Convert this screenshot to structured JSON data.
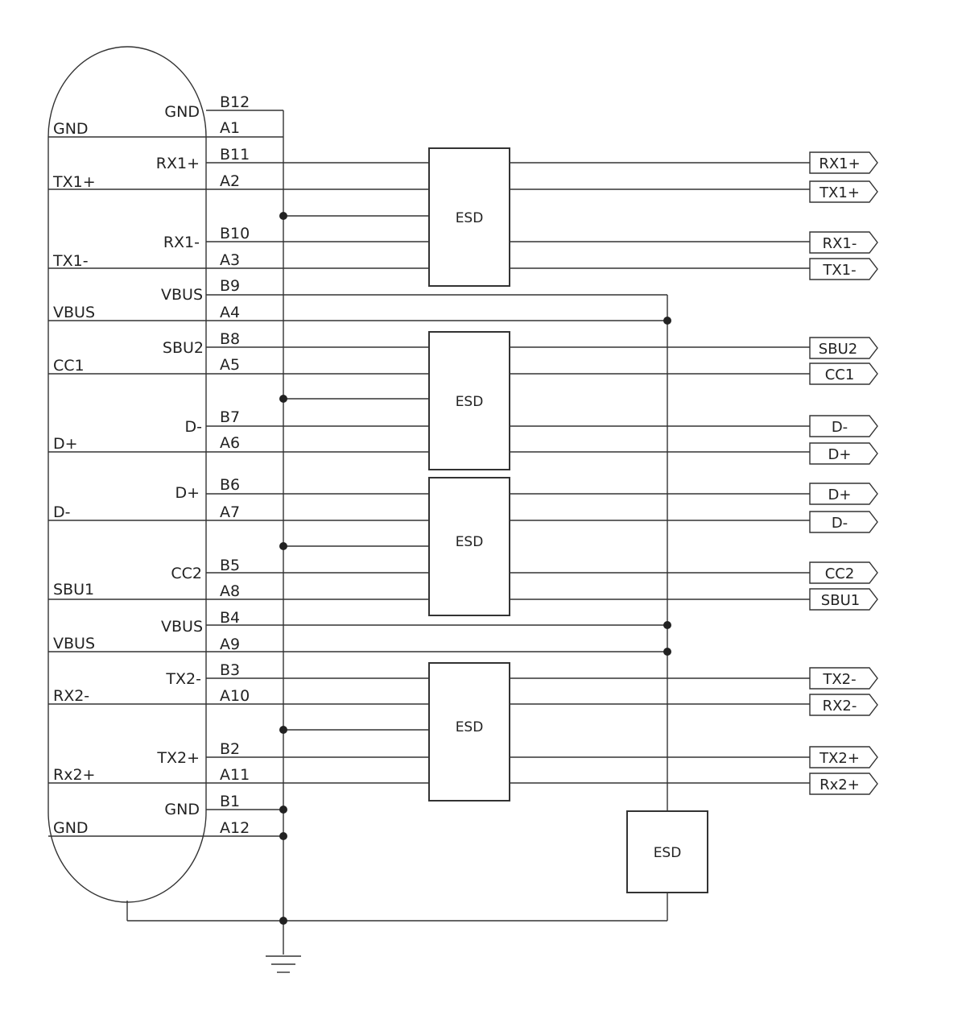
{
  "connector": {
    "outer_labels": [
      {
        "key": "gnd_top",
        "text": "GND"
      },
      {
        "key": "tx1p",
        "text": "TX1+"
      },
      {
        "key": "tx1n",
        "text": "TX1-"
      },
      {
        "key": "vbus_a",
        "text": "VBUS"
      },
      {
        "key": "cc1",
        "text": "CC1"
      },
      {
        "key": "dp",
        "text": "D+"
      },
      {
        "key": "dn",
        "text": "D-"
      },
      {
        "key": "sbu1",
        "text": "SBU1"
      },
      {
        "key": "vbus_b",
        "text": "VBUS"
      },
      {
        "key": "rx2n",
        "text": "RX2-"
      },
      {
        "key": "rx2p",
        "text": "Rx2+"
      },
      {
        "key": "gnd_bottom",
        "text": "GND"
      }
    ],
    "inner_labels": [
      {
        "key": "gnd_b12",
        "text": "GND"
      },
      {
        "key": "rx1p",
        "text": "RX1+"
      },
      {
        "key": "rx1n",
        "text": "RX1-"
      },
      {
        "key": "vbus_b9",
        "text": "VBUS"
      },
      {
        "key": "sbu2",
        "text": "SBU2"
      },
      {
        "key": "dn_b7",
        "text": "D-"
      },
      {
        "key": "dp_b6",
        "text": "D+"
      },
      {
        "key": "cc2",
        "text": "CC2"
      },
      {
        "key": "vbus_b4",
        "text": "VBUS"
      },
      {
        "key": "tx2n",
        "text": "TX2-"
      },
      {
        "key": "tx2p",
        "text": "TX2+"
      },
      {
        "key": "gnd_b1",
        "text": "GND"
      }
    ]
  },
  "pins": [
    "B12",
    "A1",
    "B11",
    "A2",
    "B10",
    "A3",
    "B9",
    "A4",
    "B8",
    "A5",
    "B7",
    "A6",
    "B6",
    "A7",
    "B5",
    "A8",
    "B4",
    "A9",
    "B3",
    "A10",
    "B2",
    "A11",
    "B1",
    "A12"
  ],
  "esd_label": "ESD",
  "outputs": [
    "RX1+",
    "TX1+",
    "RX1-",
    "TX1-",
    "SBU2",
    "CC1",
    "D-",
    "D+",
    "D+",
    "D-",
    "CC2",
    "SBU1",
    "TX2-",
    "RX2-",
    "TX2+",
    "Rx2+"
  ]
}
